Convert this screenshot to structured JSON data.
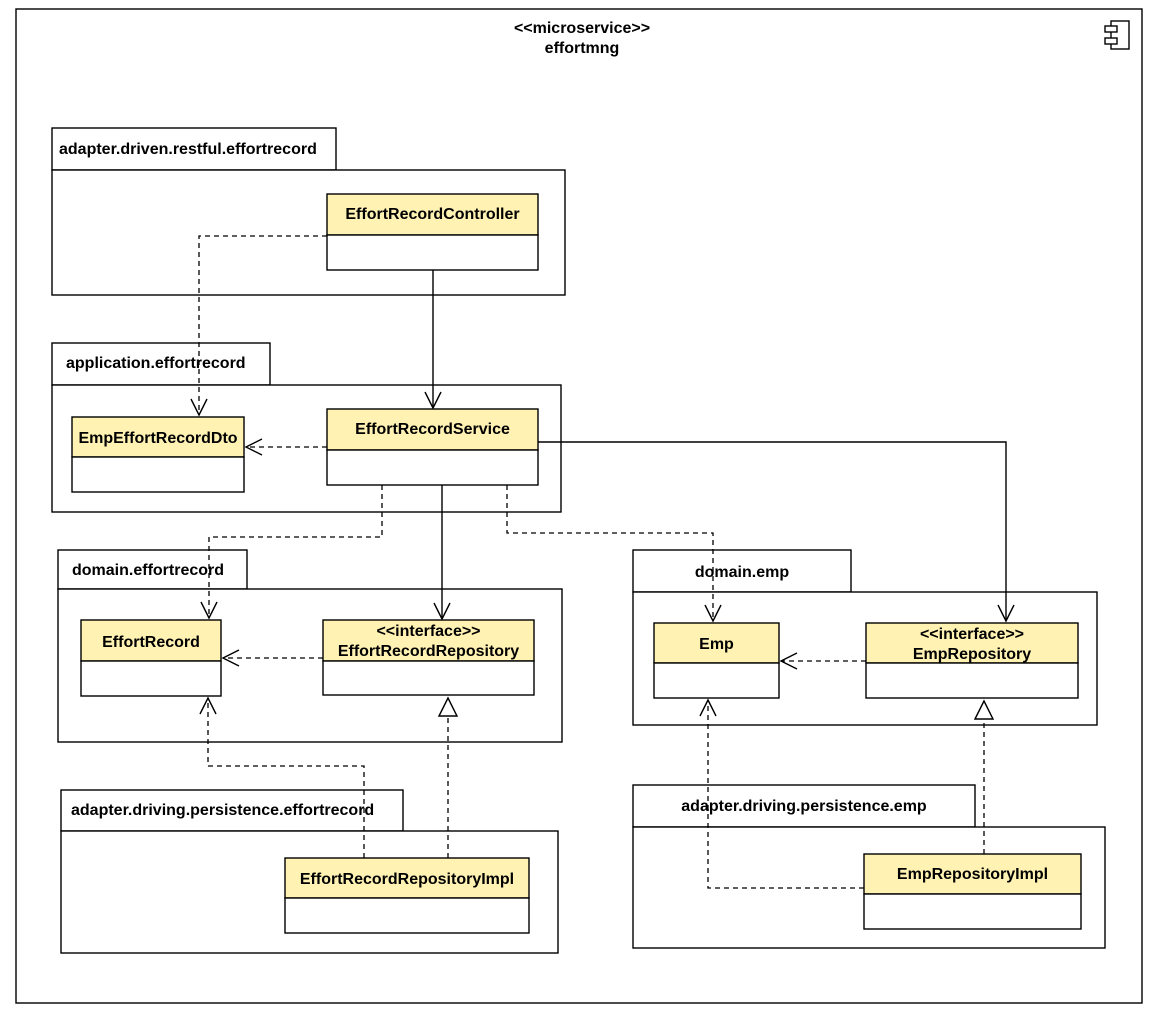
{
  "component": {
    "stereotype": "<<microservice>>",
    "name": "effortmng",
    "icon": "component-icon"
  },
  "packages": {
    "restful": {
      "name": "adapter.driven.restful.effortrecord"
    },
    "application": {
      "name": "application.effortrecord"
    },
    "domain_effortrecord": {
      "name": "domain.effortrecord"
    },
    "domain_emp": {
      "name": "domain.emp"
    },
    "persistence_effortrecord": {
      "name": "adapter.driving.persistence.effortrecord"
    },
    "persistence_emp": {
      "name": "adapter.driving.persistence.emp"
    }
  },
  "classes": {
    "controller": {
      "name": "EffortRecordController"
    },
    "service": {
      "name": "EffortRecordService"
    },
    "dto": {
      "name": "EmpEffortRecordDto"
    },
    "effort_record": {
      "name": "EffortRecord"
    },
    "effort_record_repository": {
      "stereotype": "<<interface>>",
      "name": "EffortRecordRepository"
    },
    "emp": {
      "name": "Emp"
    },
    "emp_repository": {
      "stereotype": "<<interface>>",
      "name": "EmpRepository"
    },
    "effort_record_repository_impl": {
      "name": "EffortRecordRepositoryImpl"
    },
    "emp_repository_impl": {
      "name": "EmpRepositoryImpl"
    }
  },
  "colors": {
    "class_fill": "#FFF2B3",
    "line": "#000000",
    "background": "#FFFFFF"
  }
}
